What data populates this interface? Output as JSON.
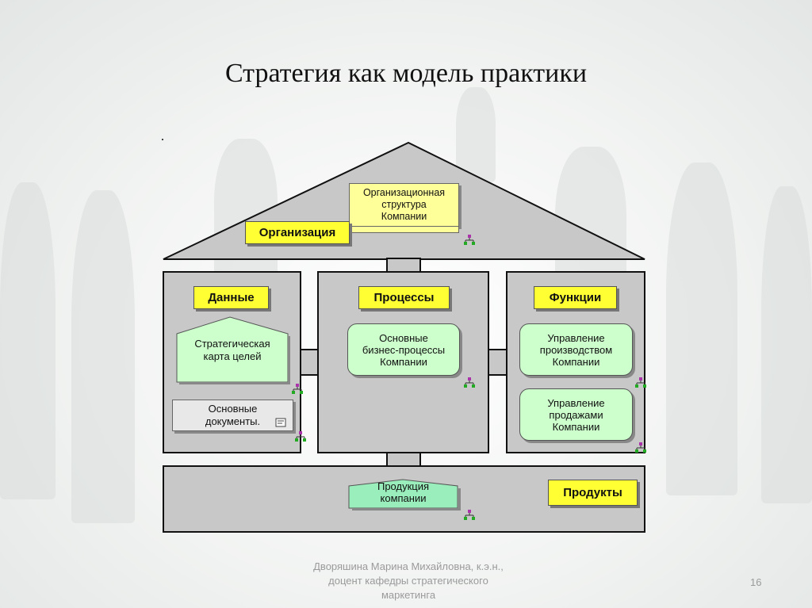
{
  "slide": {
    "title": "Стратегия как модель практики",
    "page_number": "16"
  },
  "footer": {
    "line1": "Дворяшина Марина Михайловна,  к.э.н.,",
    "line2": "доцент кафедры стратегического",
    "line3": "маркетинга"
  },
  "roof": {
    "tag": "Организация",
    "note_lines": [
      "Организационная",
      "структура",
      "Компании"
    ]
  },
  "left_column": {
    "tag": "Данные",
    "strategy_card_lines": [
      "Стратегическая",
      "карта целей"
    ],
    "documents_lines": [
      "Основные",
      "документы."
    ]
  },
  "middle_column": {
    "tag": "Процессы",
    "process_lines": [
      "Основные",
      "бизнес-процессы",
      "Компании"
    ]
  },
  "right_column": {
    "tag": "Функции",
    "production_lines": [
      "Управление",
      "производством",
      "Компании"
    ],
    "sales_lines": [
      "Управление",
      "продажами",
      "Компании"
    ]
  },
  "base": {
    "tag": "Продукты",
    "product_lines": [
      "Продукция",
      "компании"
    ]
  },
  "colors": {
    "block_fill": "#c8c8c8",
    "tag_fill": "#ffff33",
    "note_fill": "#ffff99",
    "pill_fill": "#ccffcc",
    "product_fill": "#99eebb"
  }
}
